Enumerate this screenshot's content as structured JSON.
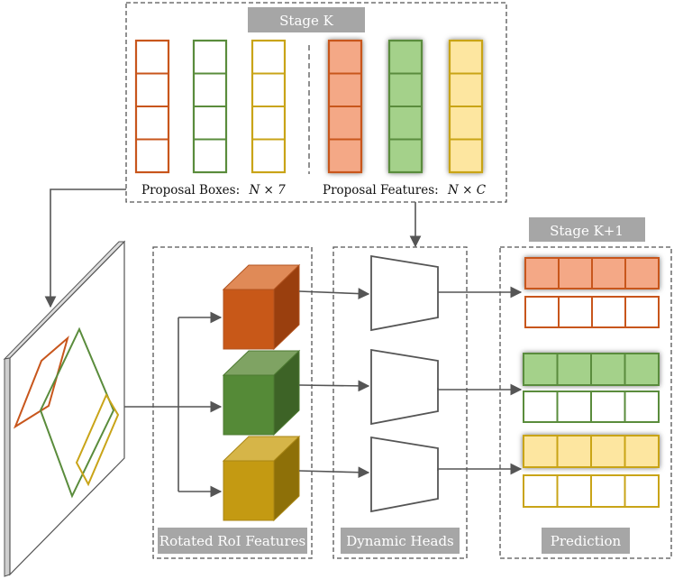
{
  "stage_k": {
    "label": "Stage K",
    "proposal_boxes_caption": "Proposal Boxes:",
    "proposal_boxes_shape": "N × 7",
    "proposal_features_caption": "Proposal Features:",
    "proposal_features_shape": "N × C"
  },
  "stage_k1": {
    "label": "Stage K+1"
  },
  "sections": {
    "roi": "Rotated RoI Features",
    "heads": "Dynamic Heads",
    "prediction": "Prediction"
  },
  "colors": {
    "orange": "#c8561c",
    "orange_fill": "#f4a886",
    "green": "#5a8c3c",
    "green_fill": "#a4d18a",
    "gold": "#c9a418",
    "gold_fill": "#fde6a0",
    "tag_bg": "#a6a6a6",
    "dash": "#555555",
    "arrow": "#555555"
  }
}
